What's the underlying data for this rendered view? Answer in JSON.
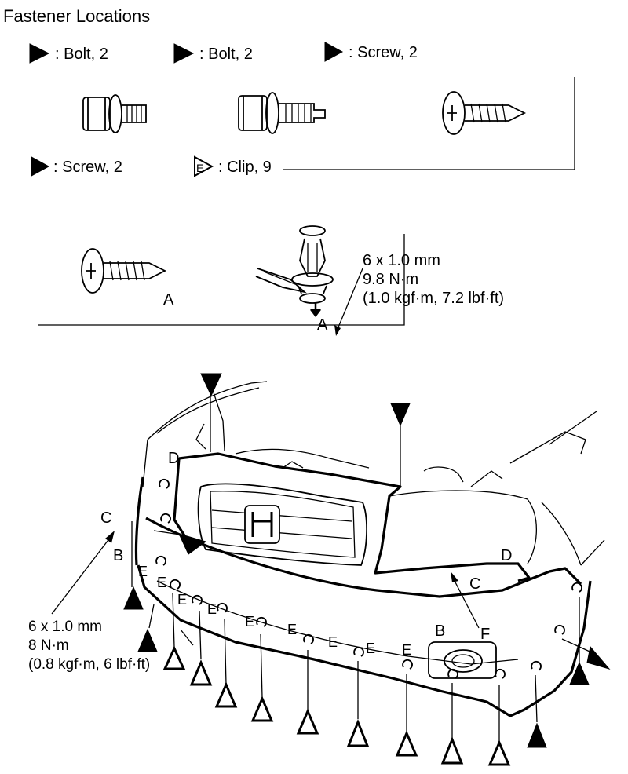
{
  "title": "Fastener Locations",
  "fasteners": [
    {
      "key": "bolt1",
      "label": ": Bolt, 2"
    },
    {
      "key": "bolt2",
      "label": ": Bolt, 2"
    },
    {
      "key": "screw1",
      "label": ": Screw, 2"
    },
    {
      "key": "screw2",
      "label": ": Screw, 2"
    },
    {
      "key": "clip",
      "label": ": Clip, 9"
    }
  ],
  "clip_symbol": "E",
  "sub_labels": {
    "screw_a": "A",
    "clip_a": "A"
  },
  "spec_top": [
    "6 x 1.0 mm",
    "9.8 N·m",
    "(1.0 kgf·m, 7.2 lbf·ft)"
  ],
  "spec_bottom": [
    "6 x 1.0 mm",
    "8 N·m",
    "(0.8 kgf·m, 6 lbf·ft)"
  ],
  "callouts": {
    "c": "C",
    "b": "B",
    "d": "D",
    "f": "F",
    "e": "E"
  },
  "icons": {
    "bolt_flag": "solid-triangle-flag-icon",
    "screw_flag": "solid-triangle-flag-icon",
    "clip_flag": "outlined-triangle-flag-icon"
  }
}
